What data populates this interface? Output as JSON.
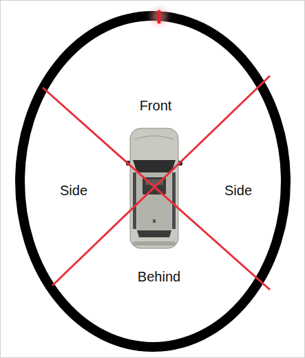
{
  "diagram": {
    "labels": [
      "Front",
      "Side",
      "Side",
      "Behind"
    ]
  }
}
